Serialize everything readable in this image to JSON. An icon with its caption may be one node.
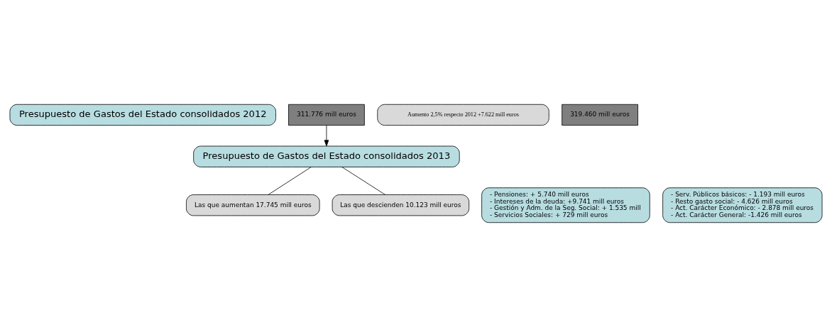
{
  "diagram": {
    "nodes": [
      {
        "text": [
          "Presupuesto de Gastos del Estado consolidados 2012"
        ]
      },
      {
        "text": [
          "311.776 mill euros"
        ]
      },
      {
        "text": [
          "Aumento 2,5% respecto 2012 +7.622 mill euros"
        ]
      },
      {
        "text": [
          "Presupuesto de Gastos del Estado consolidados 2013"
        ]
      },
      {
        "text": [
          "319.460 mill euros"
        ]
      },
      {
        "text": [
          "Las que aumentan 17.745 mill euros"
        ]
      },
      {
        "text": [
          "- Pensiones: + 5.740 mill euros",
          "- Intereses de la deuda: +9.741 mill euros",
          "- Gestión y Adm. de la Seg. Social: + 1.535 mill",
          "- Servicios Sociales: + 729 mill euros"
        ]
      },
      {
        "text": [
          "Las que descienden 10.123 mill euros"
        ]
      },
      {
        "text": [
          "- Serv. Públicos básicos: - 1.193 mill euros",
          "- Resto gasto social: - 4.626 mill euros",
          "- Act. Carácter Económico: - 2.878 mill euros",
          "- Act. Carácter General: -1.426 mill euros"
        ]
      }
    ],
    "edges": [
      {
        "from": 1,
        "to": 3,
        "arrow": "to"
      },
      {
        "from": 3,
        "to": 5,
        "arrow": "none"
      },
      {
        "from": 3,
        "to": 7,
        "arrow": "none"
      }
    ]
  }
}
